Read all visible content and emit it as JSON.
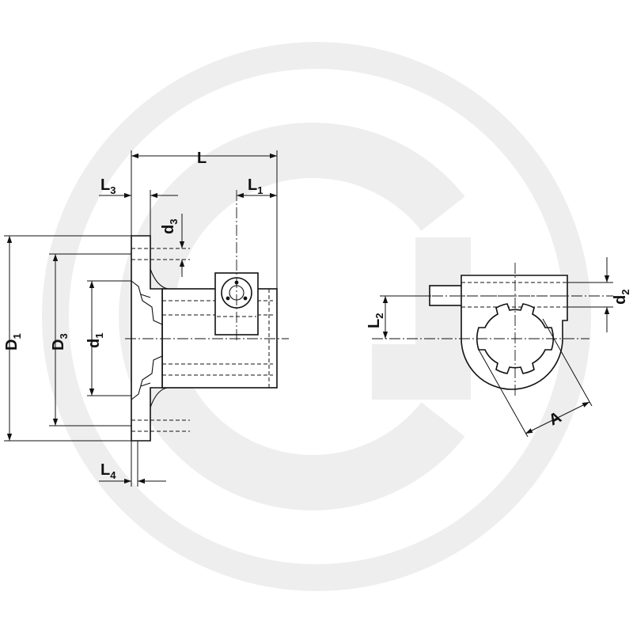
{
  "labels": {
    "L": {
      "main": "L",
      "sub": ""
    },
    "L1": {
      "main": "L",
      "sub": "1"
    },
    "L2": {
      "main": "L",
      "sub": "2"
    },
    "L3": {
      "main": "L",
      "sub": "3"
    },
    "L4": {
      "main": "L",
      "sub": "4"
    },
    "D1": {
      "main": "D",
      "sub": "1"
    },
    "D3": {
      "main": "D",
      "sub": "3"
    },
    "d1": {
      "main": "d",
      "sub": "1"
    },
    "d2": {
      "main": "d",
      "sub": "2"
    },
    "d3": {
      "main": "d",
      "sub": "3"
    },
    "A": {
      "main": "A",
      "sub": ""
    }
  },
  "colors": {
    "line": "#111111",
    "watermark": "#eeeeee",
    "background": "#ffffff"
  },
  "watermark": {
    "icon": "brand-g-logo-watermark"
  }
}
